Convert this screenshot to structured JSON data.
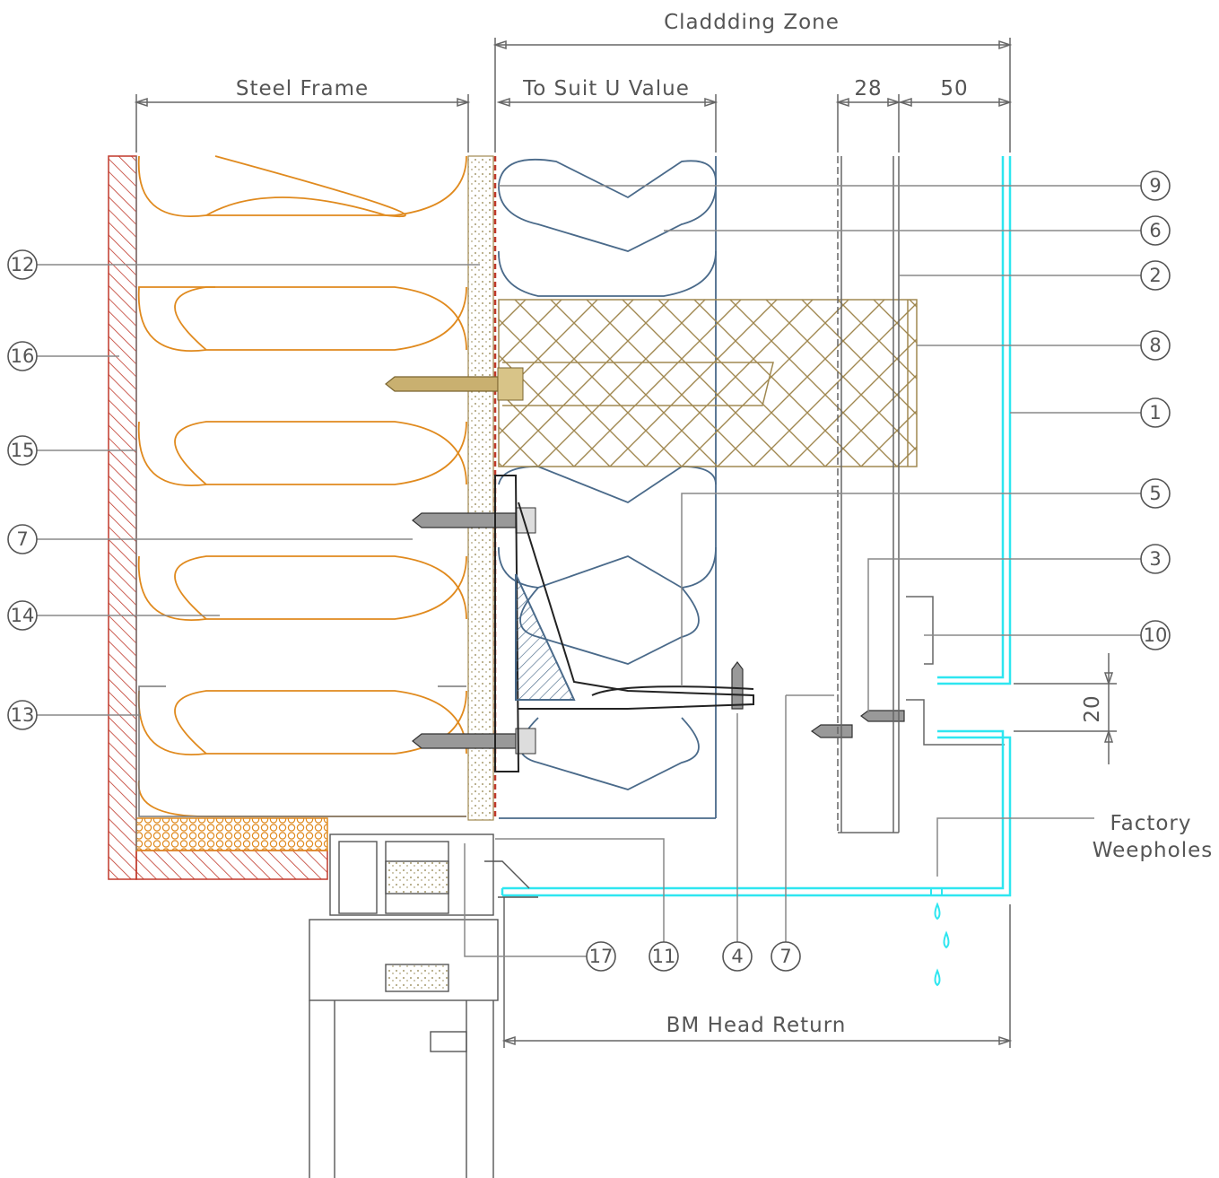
{
  "dimensions": {
    "cladding_zone": "Claddding Zone",
    "steel_frame": "Steel Frame",
    "to_suit_u_value": "To Suit U Value",
    "gap_28": "28",
    "gap_50": "50",
    "gap_20": "20",
    "bm_head_return": "BM Head Return"
  },
  "annotations": {
    "factory_weepholes_line1": "Factory",
    "factory_weepholes_line2": "Weepholes"
  },
  "callouts_right": [
    "9",
    "6",
    "2",
    "8",
    "1",
    "5",
    "3",
    "10"
  ],
  "callouts_left": [
    "12",
    "16",
    "15",
    "7",
    "14",
    "13"
  ],
  "callouts_bottom": [
    "17",
    "11",
    "4",
    "7"
  ],
  "colors": {
    "brick": "#c0392b",
    "insulation_orange": "#e08a1e",
    "insulation_blue": "#4a6a8a",
    "board": "#a08850",
    "cladding_cyan": "#2ee6f0",
    "line_grey": "#666666",
    "steel_dark": "#222222"
  }
}
